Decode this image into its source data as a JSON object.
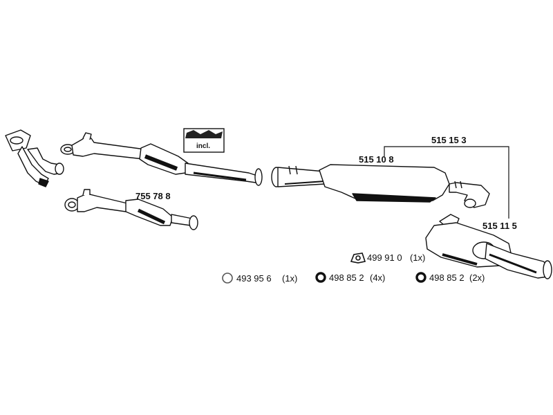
{
  "parts": {
    "catalytic_converter": "755 78 8",
    "front_silencer": "515 10 8",
    "silencer_group": "515 15 3",
    "rear_silencer": "515 11 5"
  },
  "kit_badge": {
    "label": "incl.",
    "icon": "mounting-kit-icon"
  },
  "accessories": [
    {
      "code": "499 91 0",
      "qty": "(1x)",
      "icon": "rubber-hanger-icon"
    },
    {
      "code": "493 95 6",
      "qty": "(1x)",
      "icon": "gasket-ring-icon"
    },
    {
      "code": "498 85 2",
      "qty": "(4x)",
      "icon": "rubber-ring-icon"
    },
    {
      "code": "498 85 2",
      "qty": "(2x)",
      "icon": "rubber-ring-icon"
    }
  ]
}
